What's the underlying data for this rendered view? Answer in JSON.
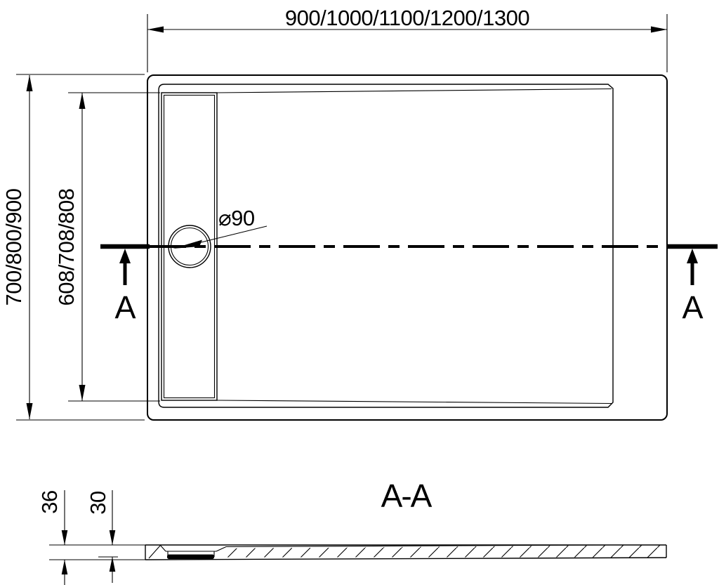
{
  "drawing": {
    "background": "#ffffff",
    "line_color": "#000000",
    "plan": {
      "width_dim_label": "900/1000/1100/1200/1300",
      "height_dim_label": "700/800/900",
      "inner_height_dim_label": "608/708/808",
      "drain_diameter_label": "⌀90",
      "section_marker_left": "A",
      "section_marker_right": "A"
    },
    "section": {
      "title": "A-A",
      "total_height_label": "36",
      "inner_height_label": "30"
    }
  }
}
